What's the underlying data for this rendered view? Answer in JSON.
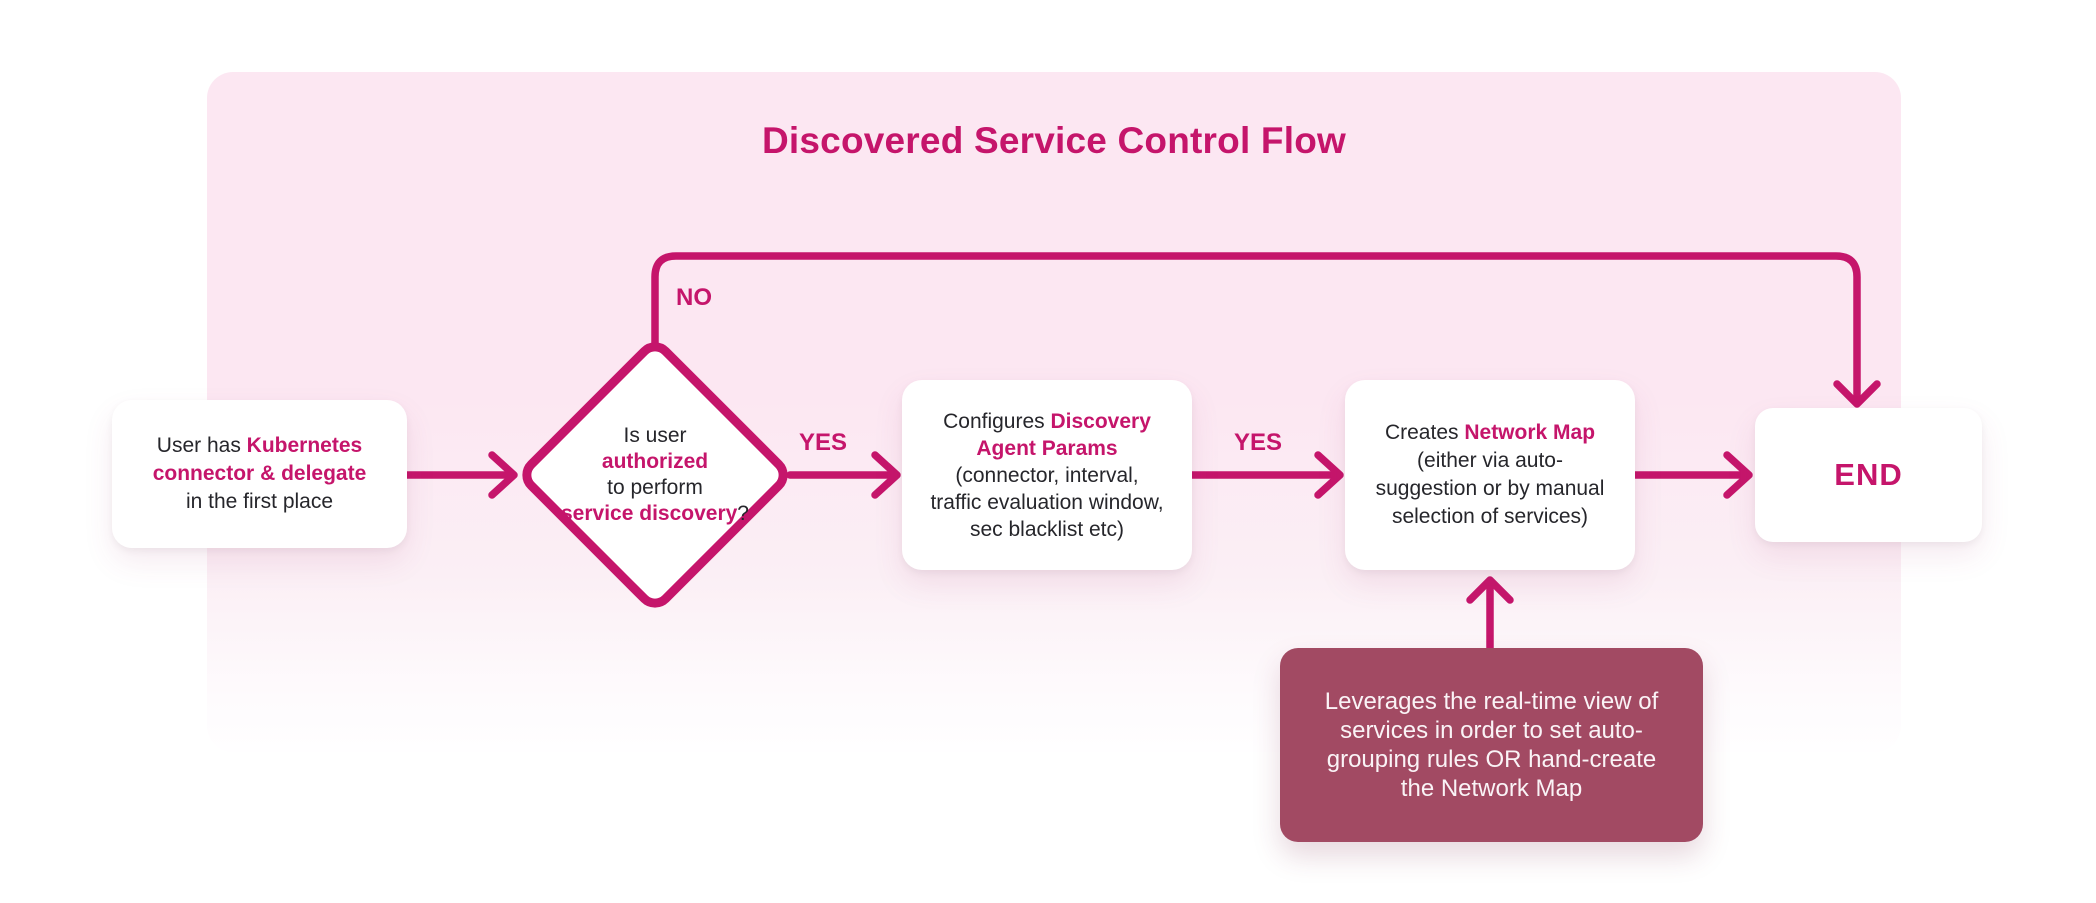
{
  "colors": {
    "accent": "#C5156B",
    "note_bg": "#A24A63",
    "panel_top": "#FCE7F2",
    "text": "#26262B"
  },
  "title": "Discovered Service Control Flow",
  "edge_labels": {
    "no": "NO",
    "yes_1": "YES",
    "yes_2": "YES"
  },
  "nodes": {
    "start": {
      "l1a": "User has ",
      "l1b": "Kubernetes",
      "l2b": "connector & delegate",
      "l3a": "in the first place"
    },
    "decision": {
      "l1a": "Is user",
      "l2b": "authorized",
      "l3a": "to perform",
      "l4b": "service discovery",
      "l4a": "?"
    },
    "configure": {
      "l1a": "Configures ",
      "l1b": "Discovery",
      "l2b": "Agent Params",
      "l3a": "(connector, interval,",
      "l4a": "traffic evaluation window,",
      "l5a": "sec blacklist etc)"
    },
    "create": {
      "l1a": "Creates ",
      "l1b": "Network Map",
      "l2a": "(either via auto-",
      "l3a": "suggestion or by manual",
      "l4a": "selection of services)"
    },
    "end": {
      "label": "END"
    },
    "note": {
      "l1": "Leverages the real-time view of",
      "l2": "services in order to set auto-",
      "l3": "grouping rules OR hand-create",
      "l4": "the Network Map"
    }
  }
}
